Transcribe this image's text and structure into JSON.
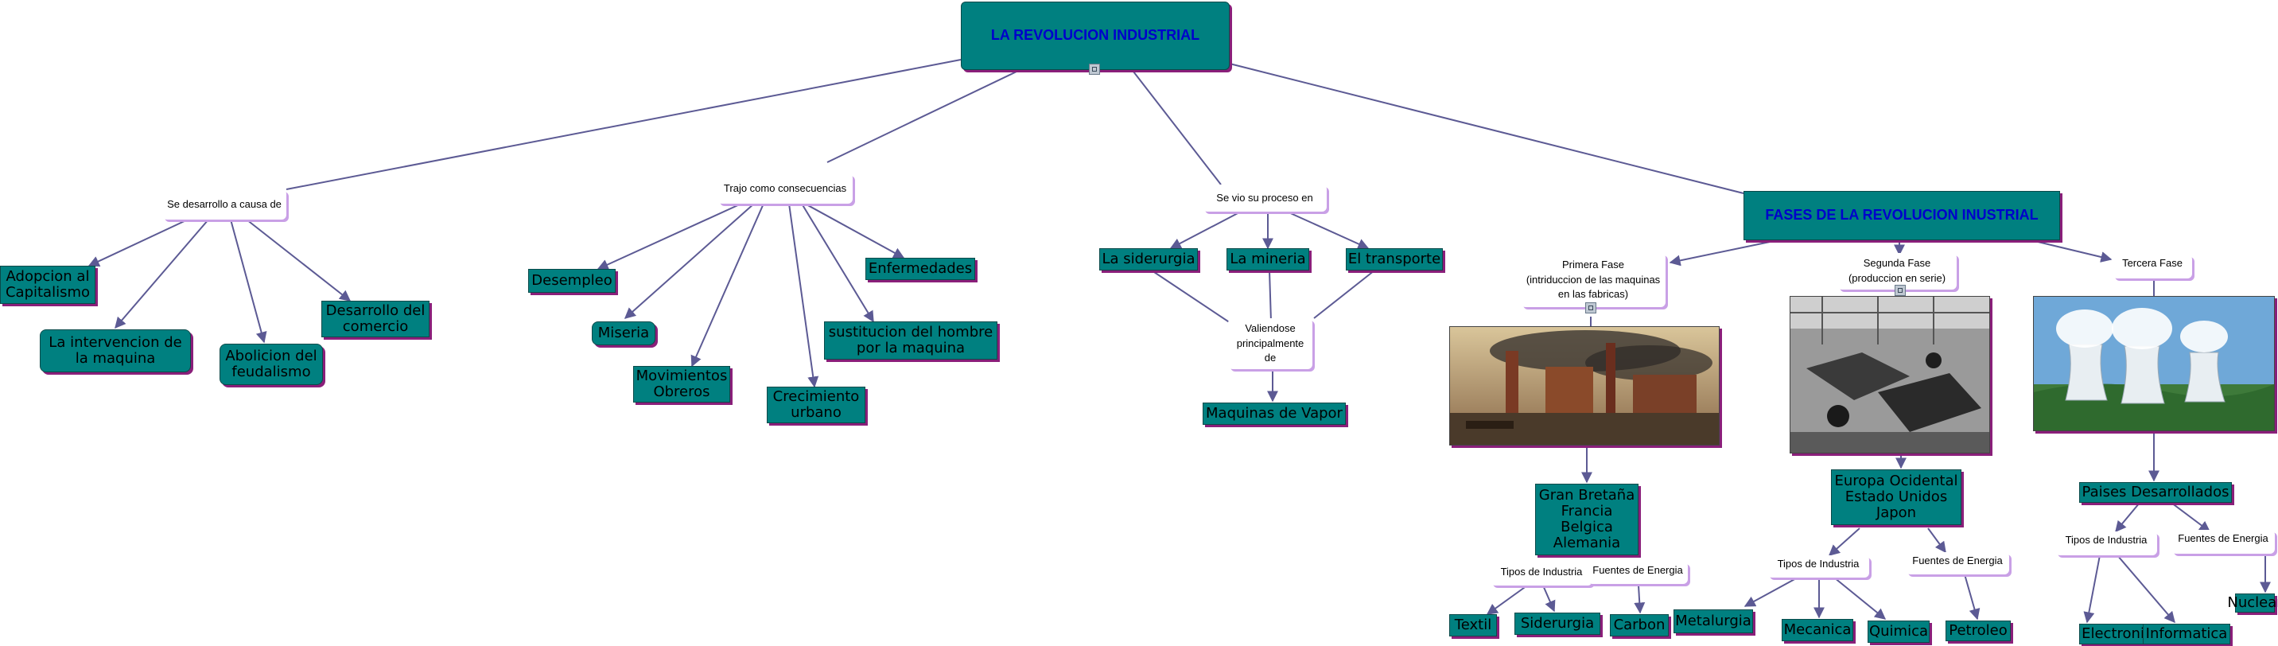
{
  "title": "LA REVOLUCION INDUSTRIAL",
  "causes_link": "Se desarrollo a causa de",
  "causes": [
    "Adopcion al Capitalismo",
    "La intervencion de la maquina",
    "Abolicion del feudalismo",
    "Desarrollo del comercio"
  ],
  "consequences_link": "Trajo como consecuencias",
  "consequences": [
    "Desempleo",
    "Miseria",
    "Movimientos Obreros",
    "Crecimiento urbano",
    "sustitucion del hombre por la maquina",
    "Enfermedades"
  ],
  "process_link": "Se vio su proceso en",
  "process": [
    "La siderurgia",
    "La mineria",
    "El transporte"
  ],
  "valiendose_link": [
    "Valiendose",
    "principalmente",
    "de"
  ],
  "vapor": "Maquinas de Vapor",
  "phases_title": "FASES DE LA REVOLUCION INUSTRIAL",
  "phase1": {
    "label": [
      "Primera Fase",
      "(intriduccion de las maquinas",
      "en las fabricas)"
    ],
    "countries": [
      "Gran Bretaña",
      "Francia",
      "Belgica",
      "Alemania"
    ],
    "industry_link": "Tipos de Industria",
    "energy_link": "Fuentes de Energia",
    "industries": [
      "Textil",
      "Siderurgia"
    ],
    "energy": [
      "Carbon"
    ]
  },
  "phase2": {
    "label": [
      "Segunda Fase",
      "(produccion en serie)"
    ],
    "countries": [
      "Europa Ocidental",
      "Estado Unidos",
      "Japon"
    ],
    "industry_link": "Tipos de Industria",
    "energy_link": "Fuentes de Energia",
    "industries": [
      "Metalurgia",
      "Mecanica",
      "Quimica"
    ],
    "energy": [
      "Petroleo"
    ]
  },
  "phase3": {
    "label": "Tercera Fase",
    "countries": "Paises Desarrollados",
    "industry_link": "Tipos de Industria",
    "energy_link": "Fuentes de Energia",
    "industries": [
      "Electronica",
      "Informatica"
    ],
    "energy": [
      "Nuclear"
    ]
  },
  "colors": {
    "node": "#008080",
    "node_shadow": "#8a1f7a",
    "label_shadow": "#c9a0e6",
    "edge": "#5c5a94",
    "title_text": "#0000cc"
  },
  "images": [
    "factory-smokestacks-painting",
    "car-assembly-line-photo",
    "nuclear-cooling-towers-photo"
  ]
}
